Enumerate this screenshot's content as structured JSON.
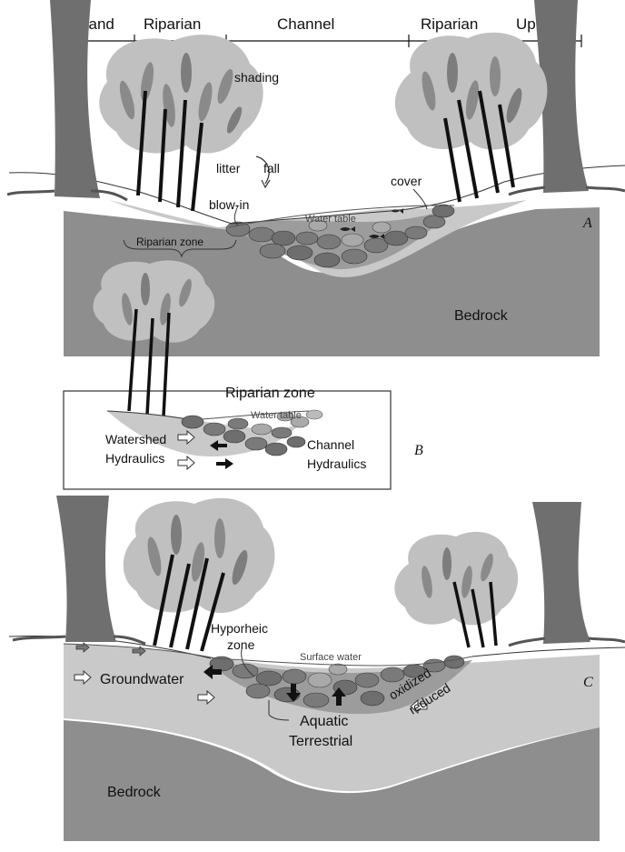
{
  "colors": {
    "bedrock": "#8e8e8e",
    "gravel_zone": "#c9c9c9",
    "trunk": "#6f6f6f",
    "canopy": "#bdbdbd",
    "leaf": "#8a8a8a",
    "cobble": "#7a7a7a",
    "cobble_light": "#a9a9a9"
  },
  "header": {
    "zones": [
      "Upland",
      "Riparian",
      "Channel",
      "Riparian",
      "Upland"
    ]
  },
  "panel_a": {
    "letter": "A",
    "shading": "shading",
    "litter": "litter",
    "fall": "fall",
    "blow_in": "blow-in",
    "cover": "cover",
    "water_table": "Water table",
    "riparian_zone": "Riparian zone",
    "bedrock": "Bedrock"
  },
  "panel_b": {
    "letter": "B",
    "title": "Riparian zone",
    "water_table": "Water table",
    "watershed_1": "Watershed",
    "watershed_2": "Hydraulics",
    "channel_1": "Channel",
    "channel_2": "Hydraulics"
  },
  "panel_c": {
    "letter": "C",
    "hyporheic_1": "Hyporheic",
    "hyporheic_2": "zone",
    "surface_water": "Surface water",
    "groundwater": "Groundwater",
    "oxidized": "oxidized",
    "reduced": "reduced",
    "aquatic": "Aquatic",
    "terrestrial": "Terrestrial",
    "bedrock": "Bedrock"
  },
  "icons": {
    "flow_in": "hollow-arrow-icon",
    "flow_exchange": "solid-arrow-icon",
    "fish": "fish-icon"
  }
}
